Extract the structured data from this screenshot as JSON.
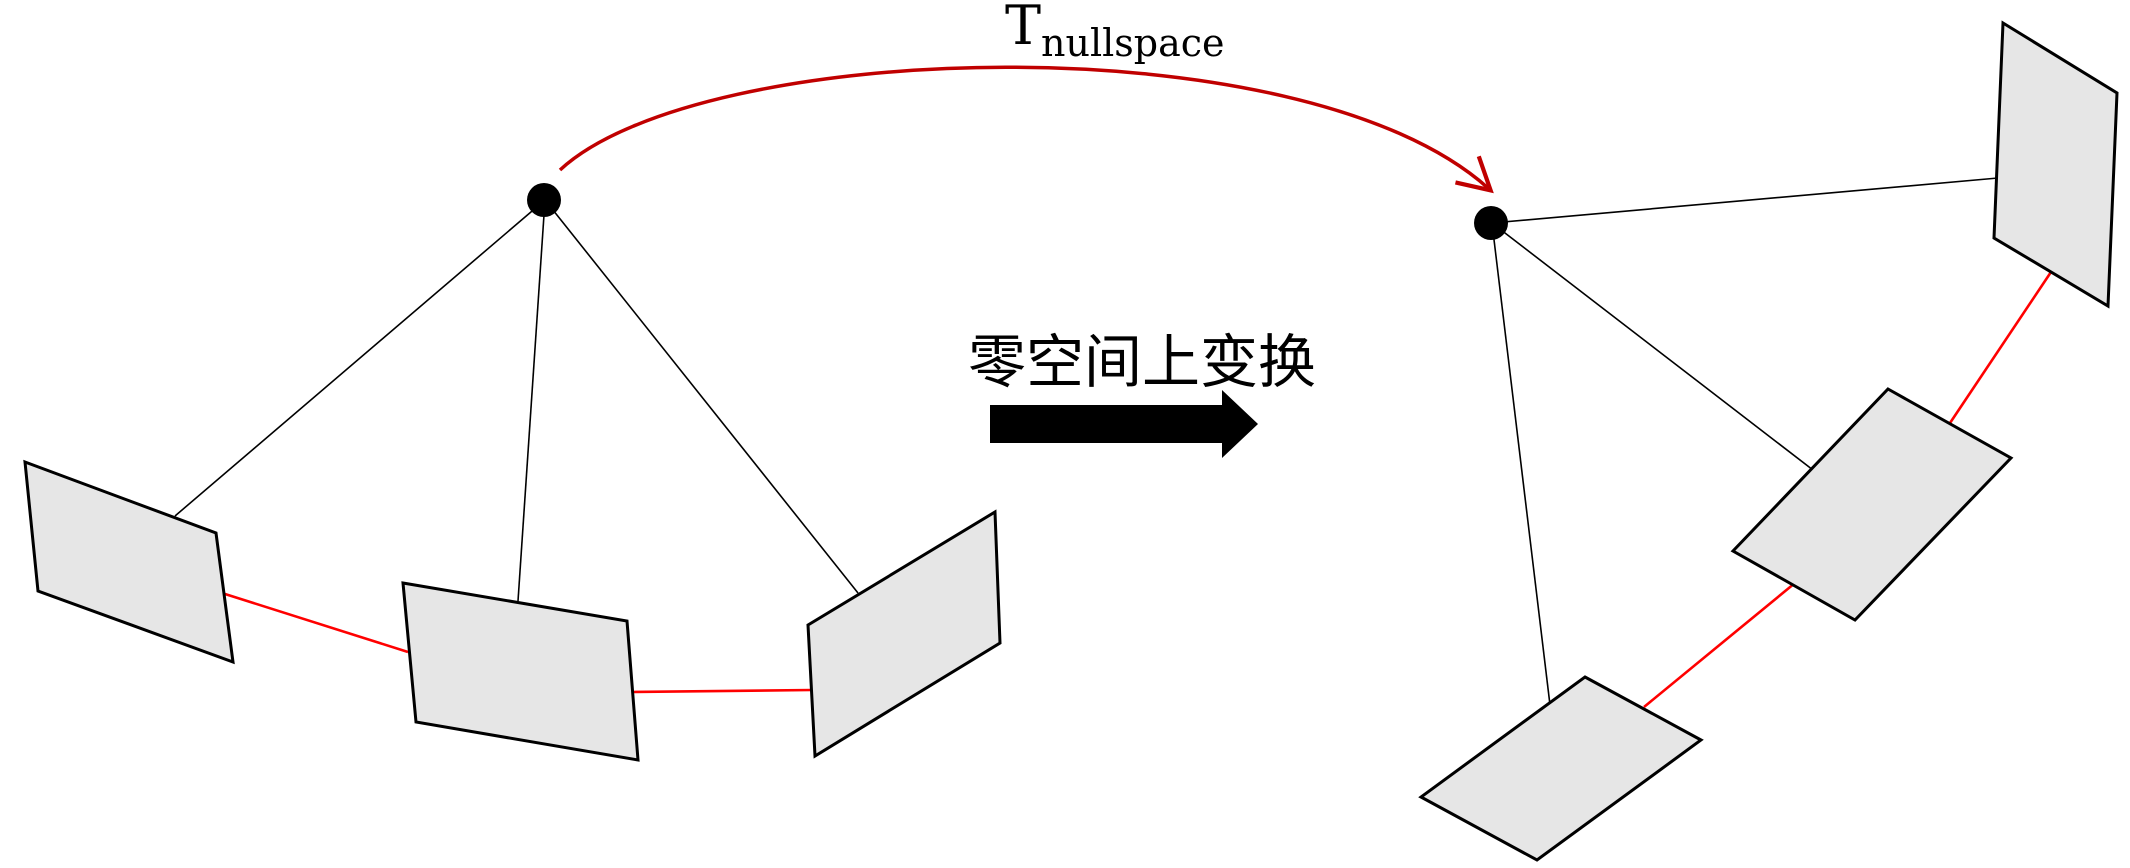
{
  "transform_label": {
    "base": "T",
    "subscript": "nullspace"
  },
  "caption": "零空间上变换",
  "colors": {
    "panel_fill": "#e6e6e6",
    "outline": "#000000",
    "red_link": "#ff0000",
    "arc": "#c00000",
    "arrow": "#000000"
  }
}
